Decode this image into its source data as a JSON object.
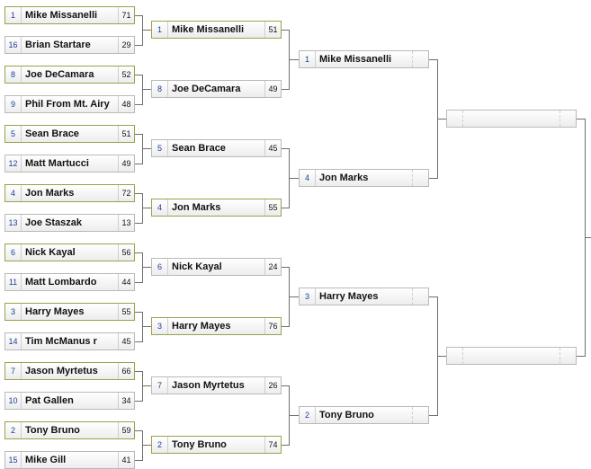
{
  "bracket": {
    "round1": [
      {
        "seed": "1",
        "name": "Mike Missanelli",
        "score": "71",
        "winner": true
      },
      {
        "seed": "16",
        "name": "Brian Startare",
        "score": "29",
        "winner": false
      },
      {
        "seed": "8",
        "name": "Joe DeCamara",
        "score": "52",
        "winner": true
      },
      {
        "seed": "9",
        "name": "Phil From Mt. Airy",
        "score": "48",
        "winner": false
      },
      {
        "seed": "5",
        "name": "Sean Brace",
        "score": "51",
        "winner": true
      },
      {
        "seed": "12",
        "name": "Matt Martucci",
        "score": "49",
        "winner": false
      },
      {
        "seed": "4",
        "name": "Jon Marks",
        "score": "72",
        "winner": true
      },
      {
        "seed": "13",
        "name": "Joe Staszak",
        "score": "13",
        "winner": false
      },
      {
        "seed": "6",
        "name": "Nick Kayal",
        "score": "56",
        "winner": true
      },
      {
        "seed": "11",
        "name": "Matt Lombardo",
        "score": "44",
        "winner": false
      },
      {
        "seed": "3",
        "name": "Harry Mayes",
        "score": "55",
        "winner": true
      },
      {
        "seed": "14",
        "name": "Tim McManus r",
        "score": "45",
        "winner": false
      },
      {
        "seed": "7",
        "name": "Jason Myrtetus",
        "score": "66",
        "winner": true
      },
      {
        "seed": "10",
        "name": "Pat Gallen",
        "score": "34",
        "winner": false
      },
      {
        "seed": "2",
        "name": "Tony Bruno",
        "score": "59",
        "winner": true
      },
      {
        "seed": "15",
        "name": "Mike Gill",
        "score": "41",
        "winner": false
      }
    ],
    "round2": [
      {
        "seed": "1",
        "name": "Mike Missanelli",
        "score": "51",
        "winner": true
      },
      {
        "seed": "8",
        "name": "Joe DeCamara",
        "score": "49",
        "winner": false
      },
      {
        "seed": "5",
        "name": "Sean Brace",
        "score": "45",
        "winner": false
      },
      {
        "seed": "4",
        "name": "Jon Marks",
        "score": "55",
        "winner": true
      },
      {
        "seed": "6",
        "name": "Nick Kayal",
        "score": "24",
        "winner": false
      },
      {
        "seed": "3",
        "name": "Harry Mayes",
        "score": "76",
        "winner": true
      },
      {
        "seed": "7",
        "name": "Jason Myrtetus",
        "score": "26",
        "winner": false
      },
      {
        "seed": "2",
        "name": "Tony Bruno",
        "score": "74",
        "winner": true
      }
    ],
    "round3": [
      {
        "seed": "1",
        "name": "Mike Missanelli",
        "score": "",
        "winner": false
      },
      {
        "seed": "4",
        "name": "Jon Marks",
        "score": "",
        "winner": false
      },
      {
        "seed": "3",
        "name": "Harry Mayes",
        "score": "",
        "winner": false
      },
      {
        "seed": "2",
        "name": "Tony Bruno",
        "score": "",
        "winner": false
      }
    ],
    "round4": [
      {
        "seed": "",
        "name": "",
        "score": "",
        "winner": false
      },
      {
        "seed": "",
        "name": "",
        "score": "",
        "winner": false
      }
    ]
  }
}
